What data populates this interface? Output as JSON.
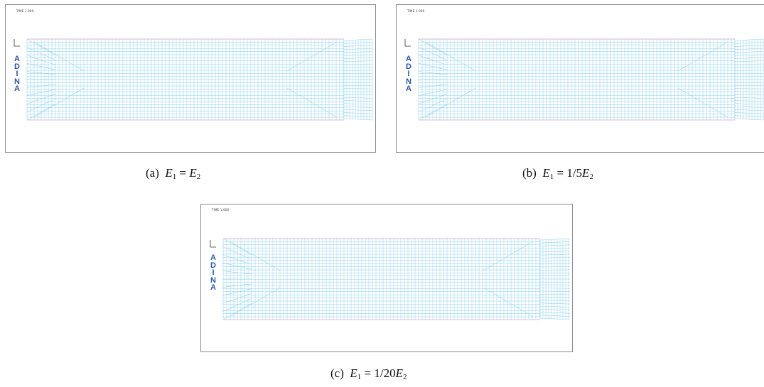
{
  "panels": [
    {
      "id": "a",
      "time_label": "TIME 1.000",
      "logo_letters": [
        "A",
        "D",
        "I",
        "N",
        "A"
      ],
      "caption": {
        "tag": "(a)",
        "lhs_symbol": "E",
        "lhs_sub": "1",
        "relation": "=",
        "coefficient": "",
        "rhs_symbol": "E",
        "rhs_sub": "2"
      }
    },
    {
      "id": "b",
      "time_label": "TIME 1.000",
      "logo_letters": [
        "A",
        "D",
        "I",
        "N",
        "A"
      ],
      "caption": {
        "tag": "(b)",
        "lhs_symbol": "E",
        "lhs_sub": "1",
        "relation": "=",
        "coefficient": "1/5",
        "rhs_symbol": "E",
        "rhs_sub": "2"
      }
    },
    {
      "id": "c",
      "time_label": "TIME 1.000",
      "logo_letters": [
        "A",
        "D",
        "I",
        "N",
        "A"
      ],
      "caption": {
        "tag": "(c)",
        "lhs_symbol": "E",
        "lhs_sub": "1",
        "relation": "=",
        "coefficient": "1/20",
        "rhs_symbol": "E",
        "rhs_sub": "2"
      }
    }
  ],
  "colors": {
    "mesh_line": "#7cc8e6",
    "mesh_outline": "#d8a8c8",
    "logo": "#2b55a6",
    "panel_border": "#8a8a8a"
  }
}
